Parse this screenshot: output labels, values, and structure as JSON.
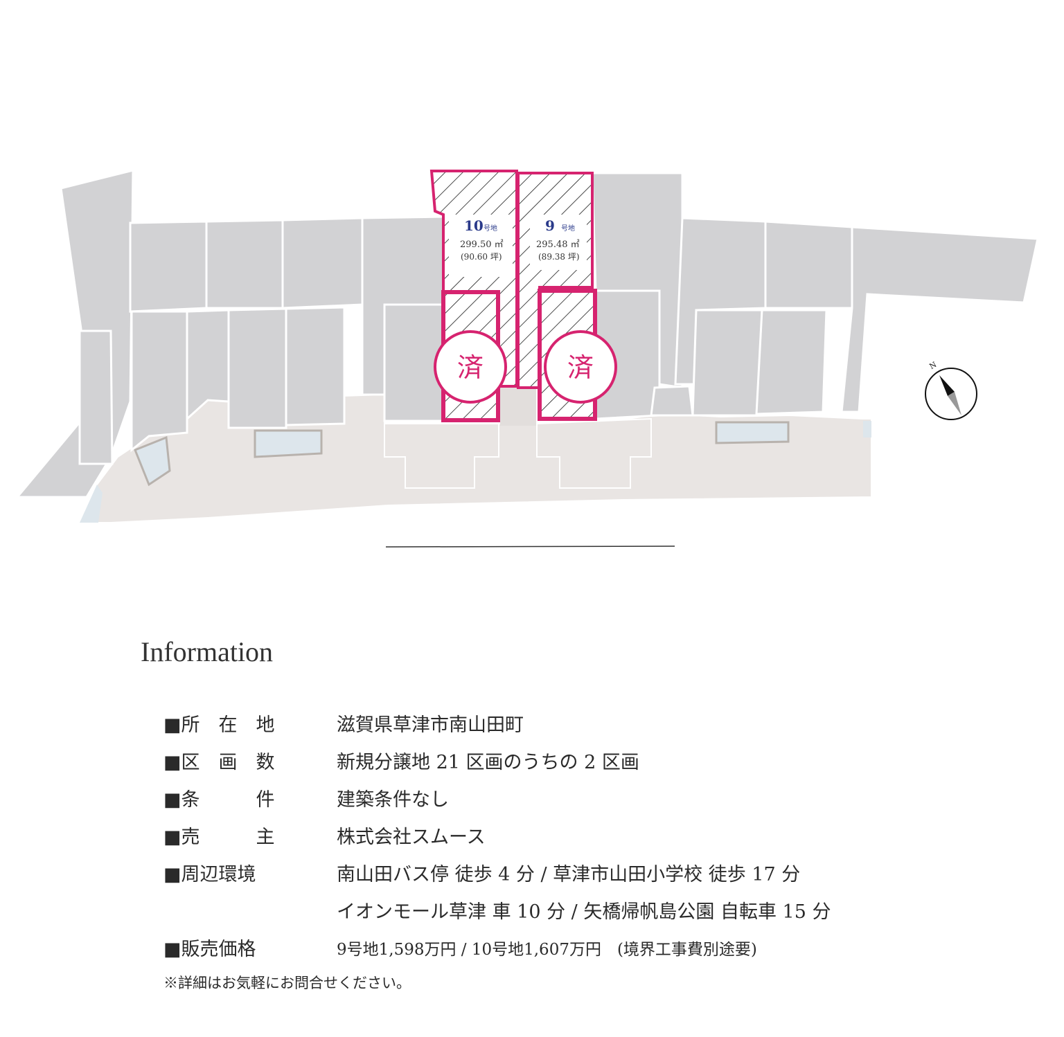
{
  "lots": [
    {
      "number": "10",
      "suffix": "号地",
      "area": "299.50 ㎡",
      "tsubo": "(90.60 坪)",
      "badge": "済"
    },
    {
      "number": "9",
      "suffix": "号地",
      "area": "295.48 ㎡",
      "tsubo": "(89.38 坪)",
      "badge": "済"
    }
  ],
  "compass": {
    "north_label": "N"
  },
  "colors": {
    "highlight": "#d6236f",
    "lot_text": "#2a3a8a",
    "parcel": "#d2d2d4",
    "road": "#e9e5e3",
    "water": "#dde6ec"
  },
  "info": {
    "title": "Information",
    "rows": [
      {
        "key": "■所　在　地",
        "value": "滋賀県草津市南山田町"
      },
      {
        "key": "■区　画　数",
        "value": "新規分譲地 21 区画のうちの 2 区画"
      },
      {
        "key": "■条　　　件",
        "value": "建築条件なし"
      },
      {
        "key": "■売　　　主",
        "value": "株式会社スムース"
      },
      {
        "key": "■周辺環境",
        "value": "南山田バス停 徒歩 4 分 / 草津市山田小学校 徒歩 17 分"
      },
      {
        "key": "",
        "value": "イオンモール草津 車 10 分 / 矢橋帰帆島公園 自転車 15 分"
      },
      {
        "key": "■販売価格",
        "value": "9号地1,598万円 / 10号地1,607万円　(境界工事費別途要)"
      }
    ],
    "note": "※詳細はお気軽にお問合せください。"
  }
}
